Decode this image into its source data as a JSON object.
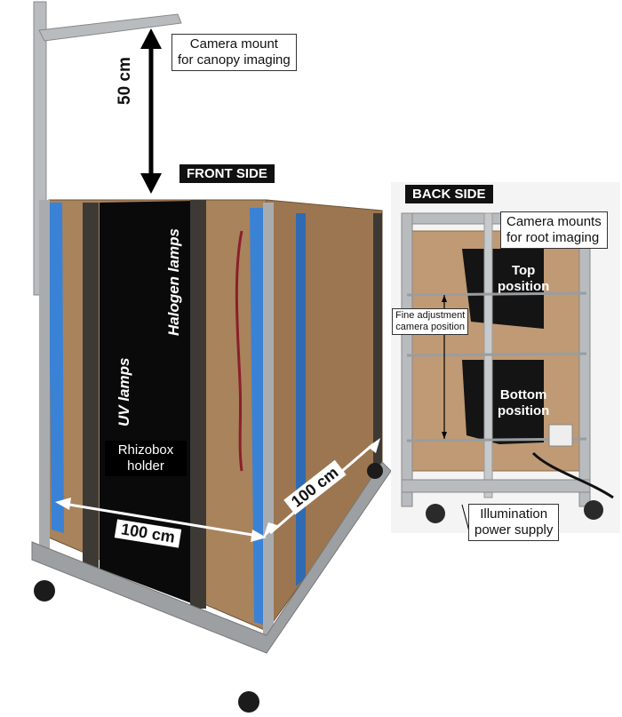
{
  "labels": {
    "front_side": "FRONT SIDE",
    "back_side": "BACK SIDE",
    "camera_canopy": "Camera mount for canopy imaging",
    "camera_canopy_line1": "Camera mount",
    "camera_canopy_line2": "for canopy imaging",
    "dist_50": "50 cm",
    "uv_lamps": "UV lamps",
    "halogen_lamps": "Halogen lamps",
    "rhizobox_line1": "Rhizobox",
    "rhizobox_line2": "holder",
    "dist_100_front": "100 cm",
    "dist_100_side": "100 cm",
    "camera_root_line1": "Camera mounts",
    "camera_root_line2": "for root imaging",
    "top_line1": "Top",
    "top_line2": "position",
    "bottom_line1": "Bottom",
    "bottom_line2": "position",
    "fine_line1": "Fine adjustment",
    "fine_line2": "camera position",
    "illum_line1": "Illumination",
    "illum_line2": "power supply"
  },
  "colors": {
    "frame_metal": "#b9bcbf",
    "board": "#a07a55",
    "blue_strip": "#3a82d6",
    "black_panel": "#0a0a0a"
  }
}
